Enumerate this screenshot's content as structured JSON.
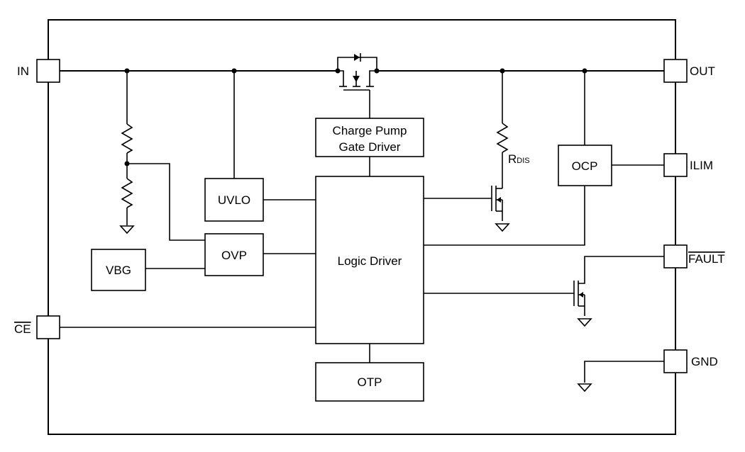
{
  "pins": {
    "in": "IN",
    "out": "OUT",
    "ilim": "ILIM",
    "fault": "FAULT",
    "gnd": "GND",
    "ce": "CE"
  },
  "blocks": {
    "charge_pump_line1": "Charge Pump",
    "charge_pump_line2": "Gate Driver",
    "uvlo": "UVLO",
    "ovp": "OVP",
    "vbg": "VBG",
    "logic_driver": "Logic Driver",
    "otp": "OTP",
    "ocp": "OCP"
  },
  "labels": {
    "rdis_main": "R",
    "rdis_sub": "DIS"
  }
}
